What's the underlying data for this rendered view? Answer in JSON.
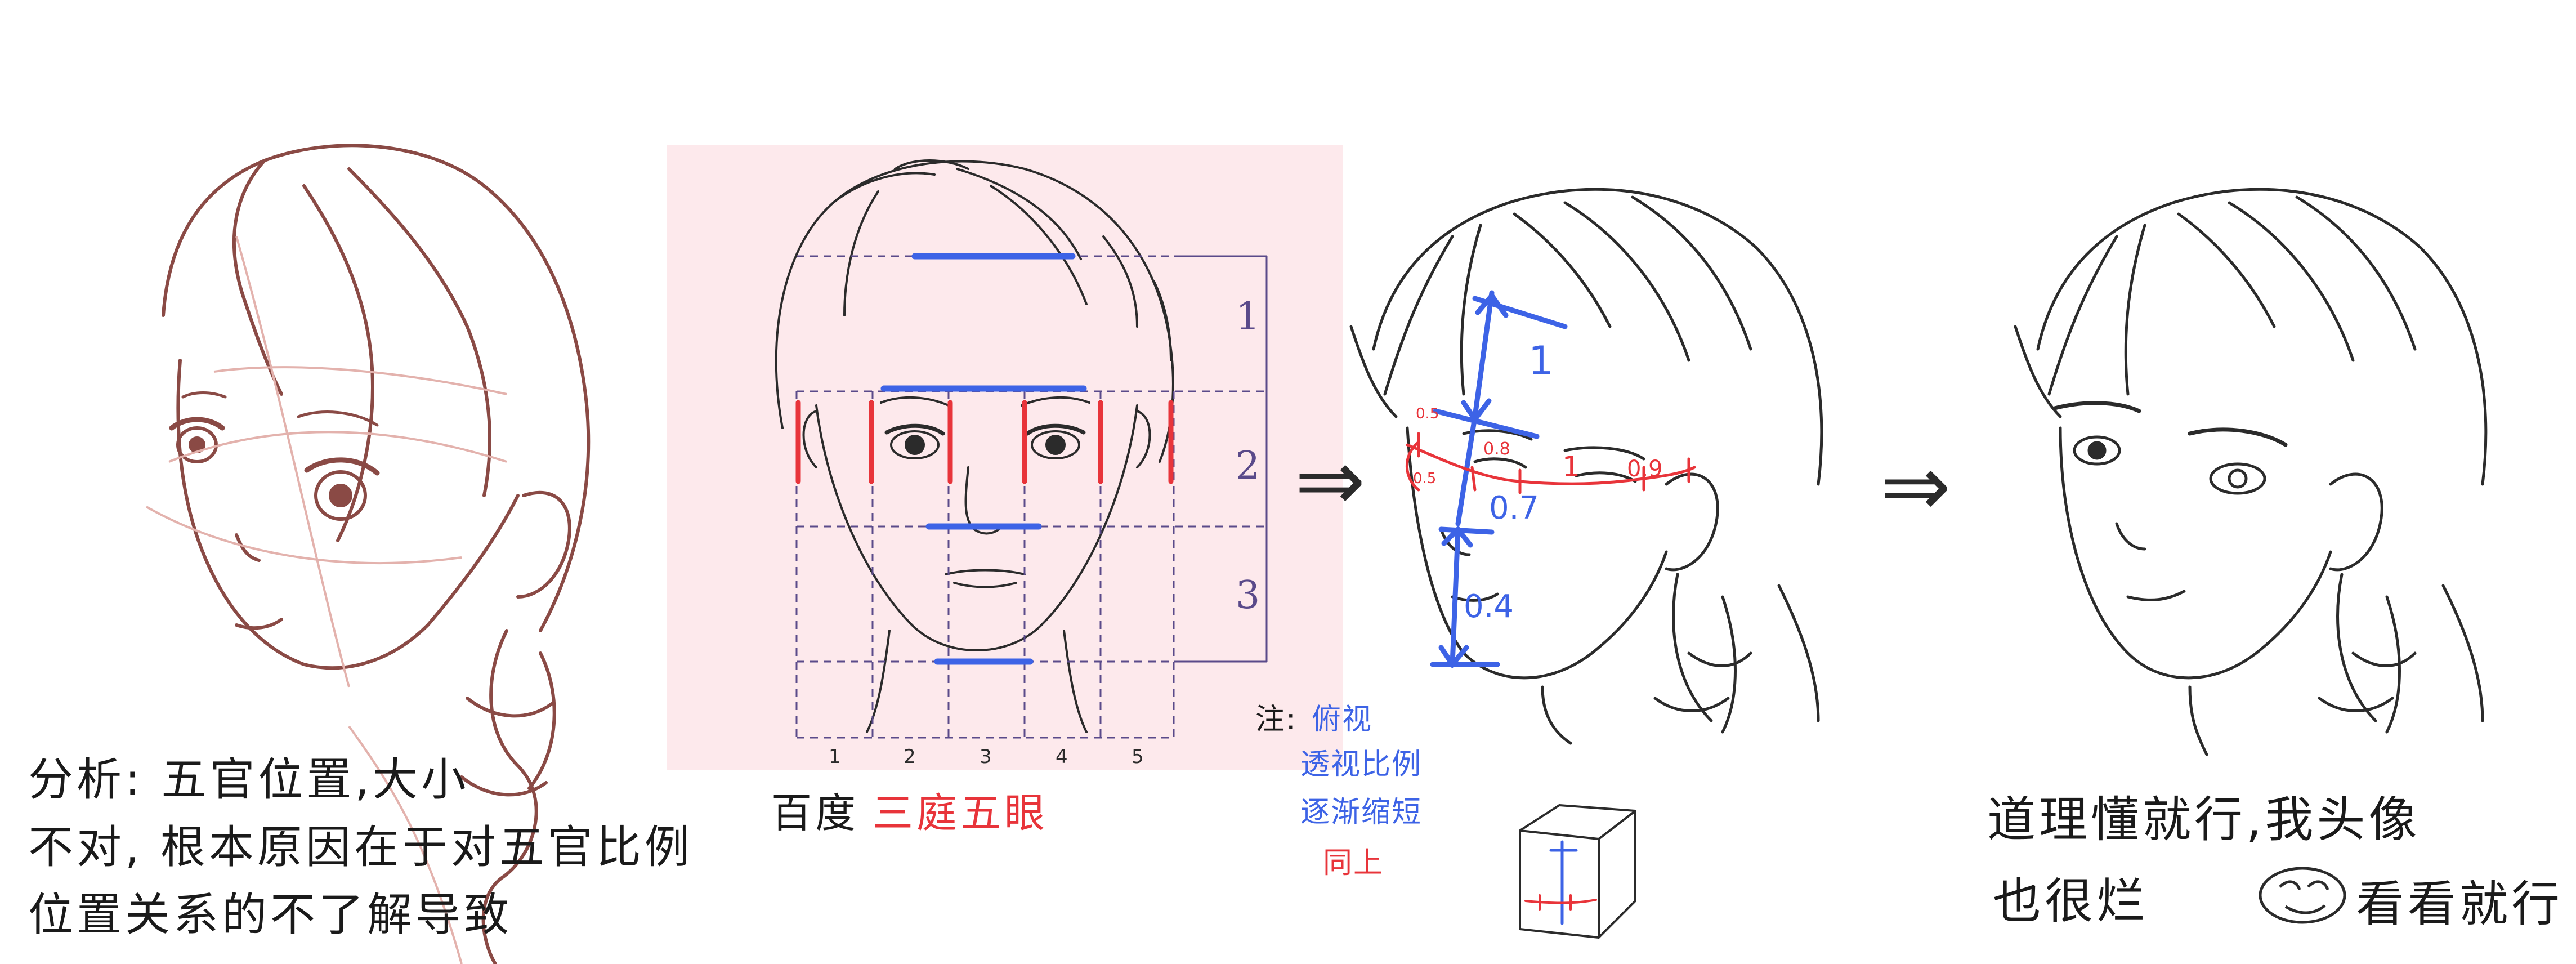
{
  "colors": {
    "ink": "#2b2b2b",
    "sketch": "#8a4a45",
    "panel": "#fde9ec",
    "red": "#e8343a",
    "blue": "#3d63e6",
    "purple": "#5a4a8a"
  },
  "analysis": {
    "line1": "分析: 五官位置,大小",
    "line2": "不对, 根本原因在于对五官比例",
    "line3": "位置关系的不了解导致"
  },
  "reference": {
    "source": "百度",
    "method": "三庭五眼",
    "row_labels": [
      "1",
      "2",
      "3"
    ],
    "column_labels": [
      "1",
      "2",
      "3",
      "4",
      "5"
    ]
  },
  "perspective_note": {
    "prefix": "注:",
    "lines": [
      "俯视",
      "透视比例",
      "逐渐缩短",
      "同上"
    ]
  },
  "measurements": {
    "top_section": "1",
    "left_small_a": "0.5",
    "left_small_b": "0.5",
    "left_small_c": "0.8",
    "eye_span": "1",
    "right_side": "0.9",
    "nose_section": "0.7",
    "chin_section": "0.4"
  },
  "conclusion": {
    "line1": "道理懂就行,我头像",
    "line2_a": "也很烂",
    "line2_b": "看看就行"
  },
  "arrows": [
    "⇒",
    "⇒",
    "⇒"
  ]
}
